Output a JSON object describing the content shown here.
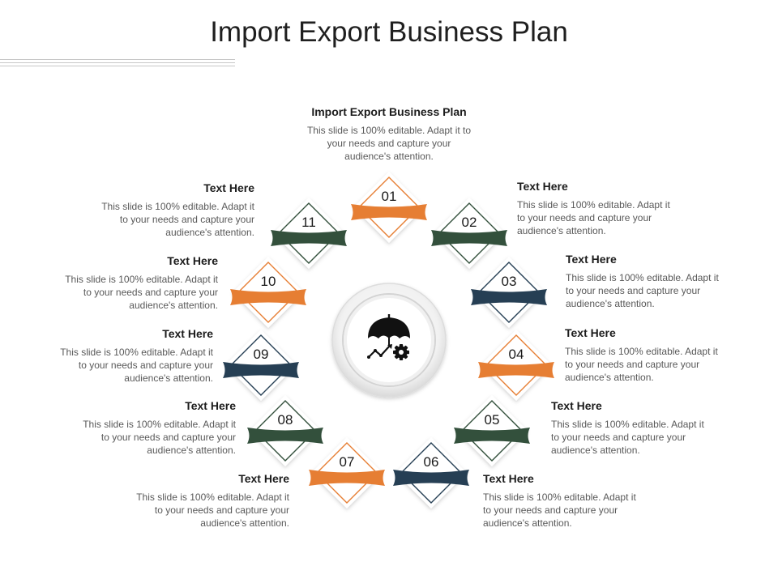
{
  "title": "Import Export Business Plan",
  "colors": {
    "orange": "#E67E33",
    "green": "#33503C",
    "navy": "#263F54"
  },
  "center_icon": [
    "umbrella-icon",
    "growth-chart-icon",
    "gear-icon"
  ],
  "items": [
    {
      "number": "01",
      "color": "orange",
      "heading": "Import Export Business Plan",
      "text": "This slide is 100% editable. Adapt it to your needs and capture your audience's attention."
    },
    {
      "number": "02",
      "color": "green",
      "heading": "Text Here",
      "text": "This slide is 100% editable. Adapt it to your needs and capture your audience's attention."
    },
    {
      "number": "03",
      "color": "navy",
      "heading": "Text Here",
      "text": "This slide is 100% editable. Adapt it to your needs and capture your audience's attention."
    },
    {
      "number": "04",
      "color": "orange",
      "heading": "Text Here",
      "text": "This slide is 100% editable. Adapt it to your needs and capture your audience's attention."
    },
    {
      "number": "05",
      "color": "green",
      "heading": "Text Here",
      "text": "This slide is 100% editable. Adapt it to your needs and capture your audience's attention."
    },
    {
      "number": "06",
      "color": "navy",
      "heading": "Text Here",
      "text": "This slide is 100% editable. Adapt it to your needs and capture your audience's attention."
    },
    {
      "number": "07",
      "color": "orange",
      "heading": "Text Here",
      "text": "This slide is 100% editable. Adapt it to your needs and capture your audience's attention."
    },
    {
      "number": "08",
      "color": "green",
      "heading": "Text Here",
      "text": "This slide is 100% editable. Adapt it to your needs and capture your audience's attention."
    },
    {
      "number": "09",
      "color": "navy",
      "heading": "Text Here",
      "text": "This slide is 100% editable. Adapt it to your needs and capture your audience's attention."
    },
    {
      "number": "10",
      "color": "orange",
      "heading": "Text Here",
      "text": "This slide is 100% editable. Adapt it to your needs and capture your audience's attention."
    },
    {
      "number": "11",
      "color": "green",
      "heading": "Text Here",
      "text": "This slide is 100% editable. Adapt it to your needs and capture your audience's attention."
    }
  ]
}
